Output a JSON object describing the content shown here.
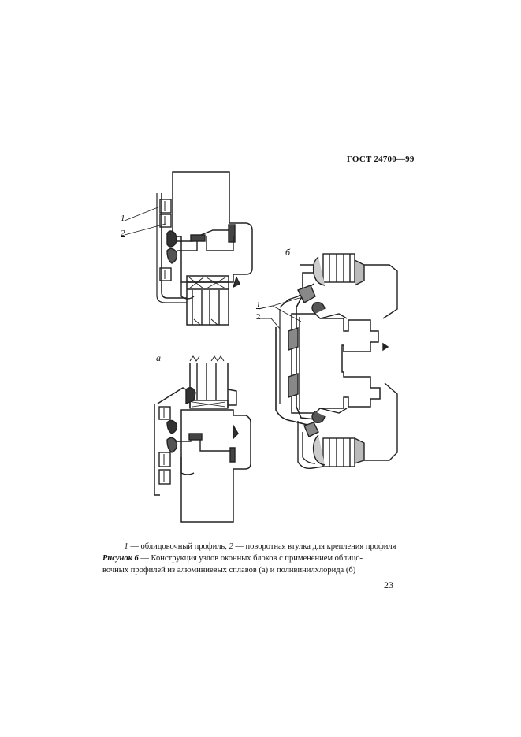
{
  "page": {
    "header": "ГОСТ 24700—99",
    "page_number": "23"
  },
  "figure": {
    "label_a": "а",
    "label_b": "б",
    "callout_1": "1",
    "callout_2": "2"
  },
  "caption": {
    "legend_num_1": "1",
    "legend_text_1": " — облицовочный профиль, ",
    "legend_num_2": "2",
    "legend_text_2": " — поворотная втулка для крепления профиля",
    "title_label": "Рисунок 6",
    "title_text_1": " — Конструкция узлов оконных блоков с применением облицо-",
    "title_text_2": "вочных профилей из алюминиевых сплавов (",
    "title_a": "а",
    "title_text_3": ") и поливинилхлорида (",
    "title_b": "б",
    "title_text_4": ")"
  }
}
